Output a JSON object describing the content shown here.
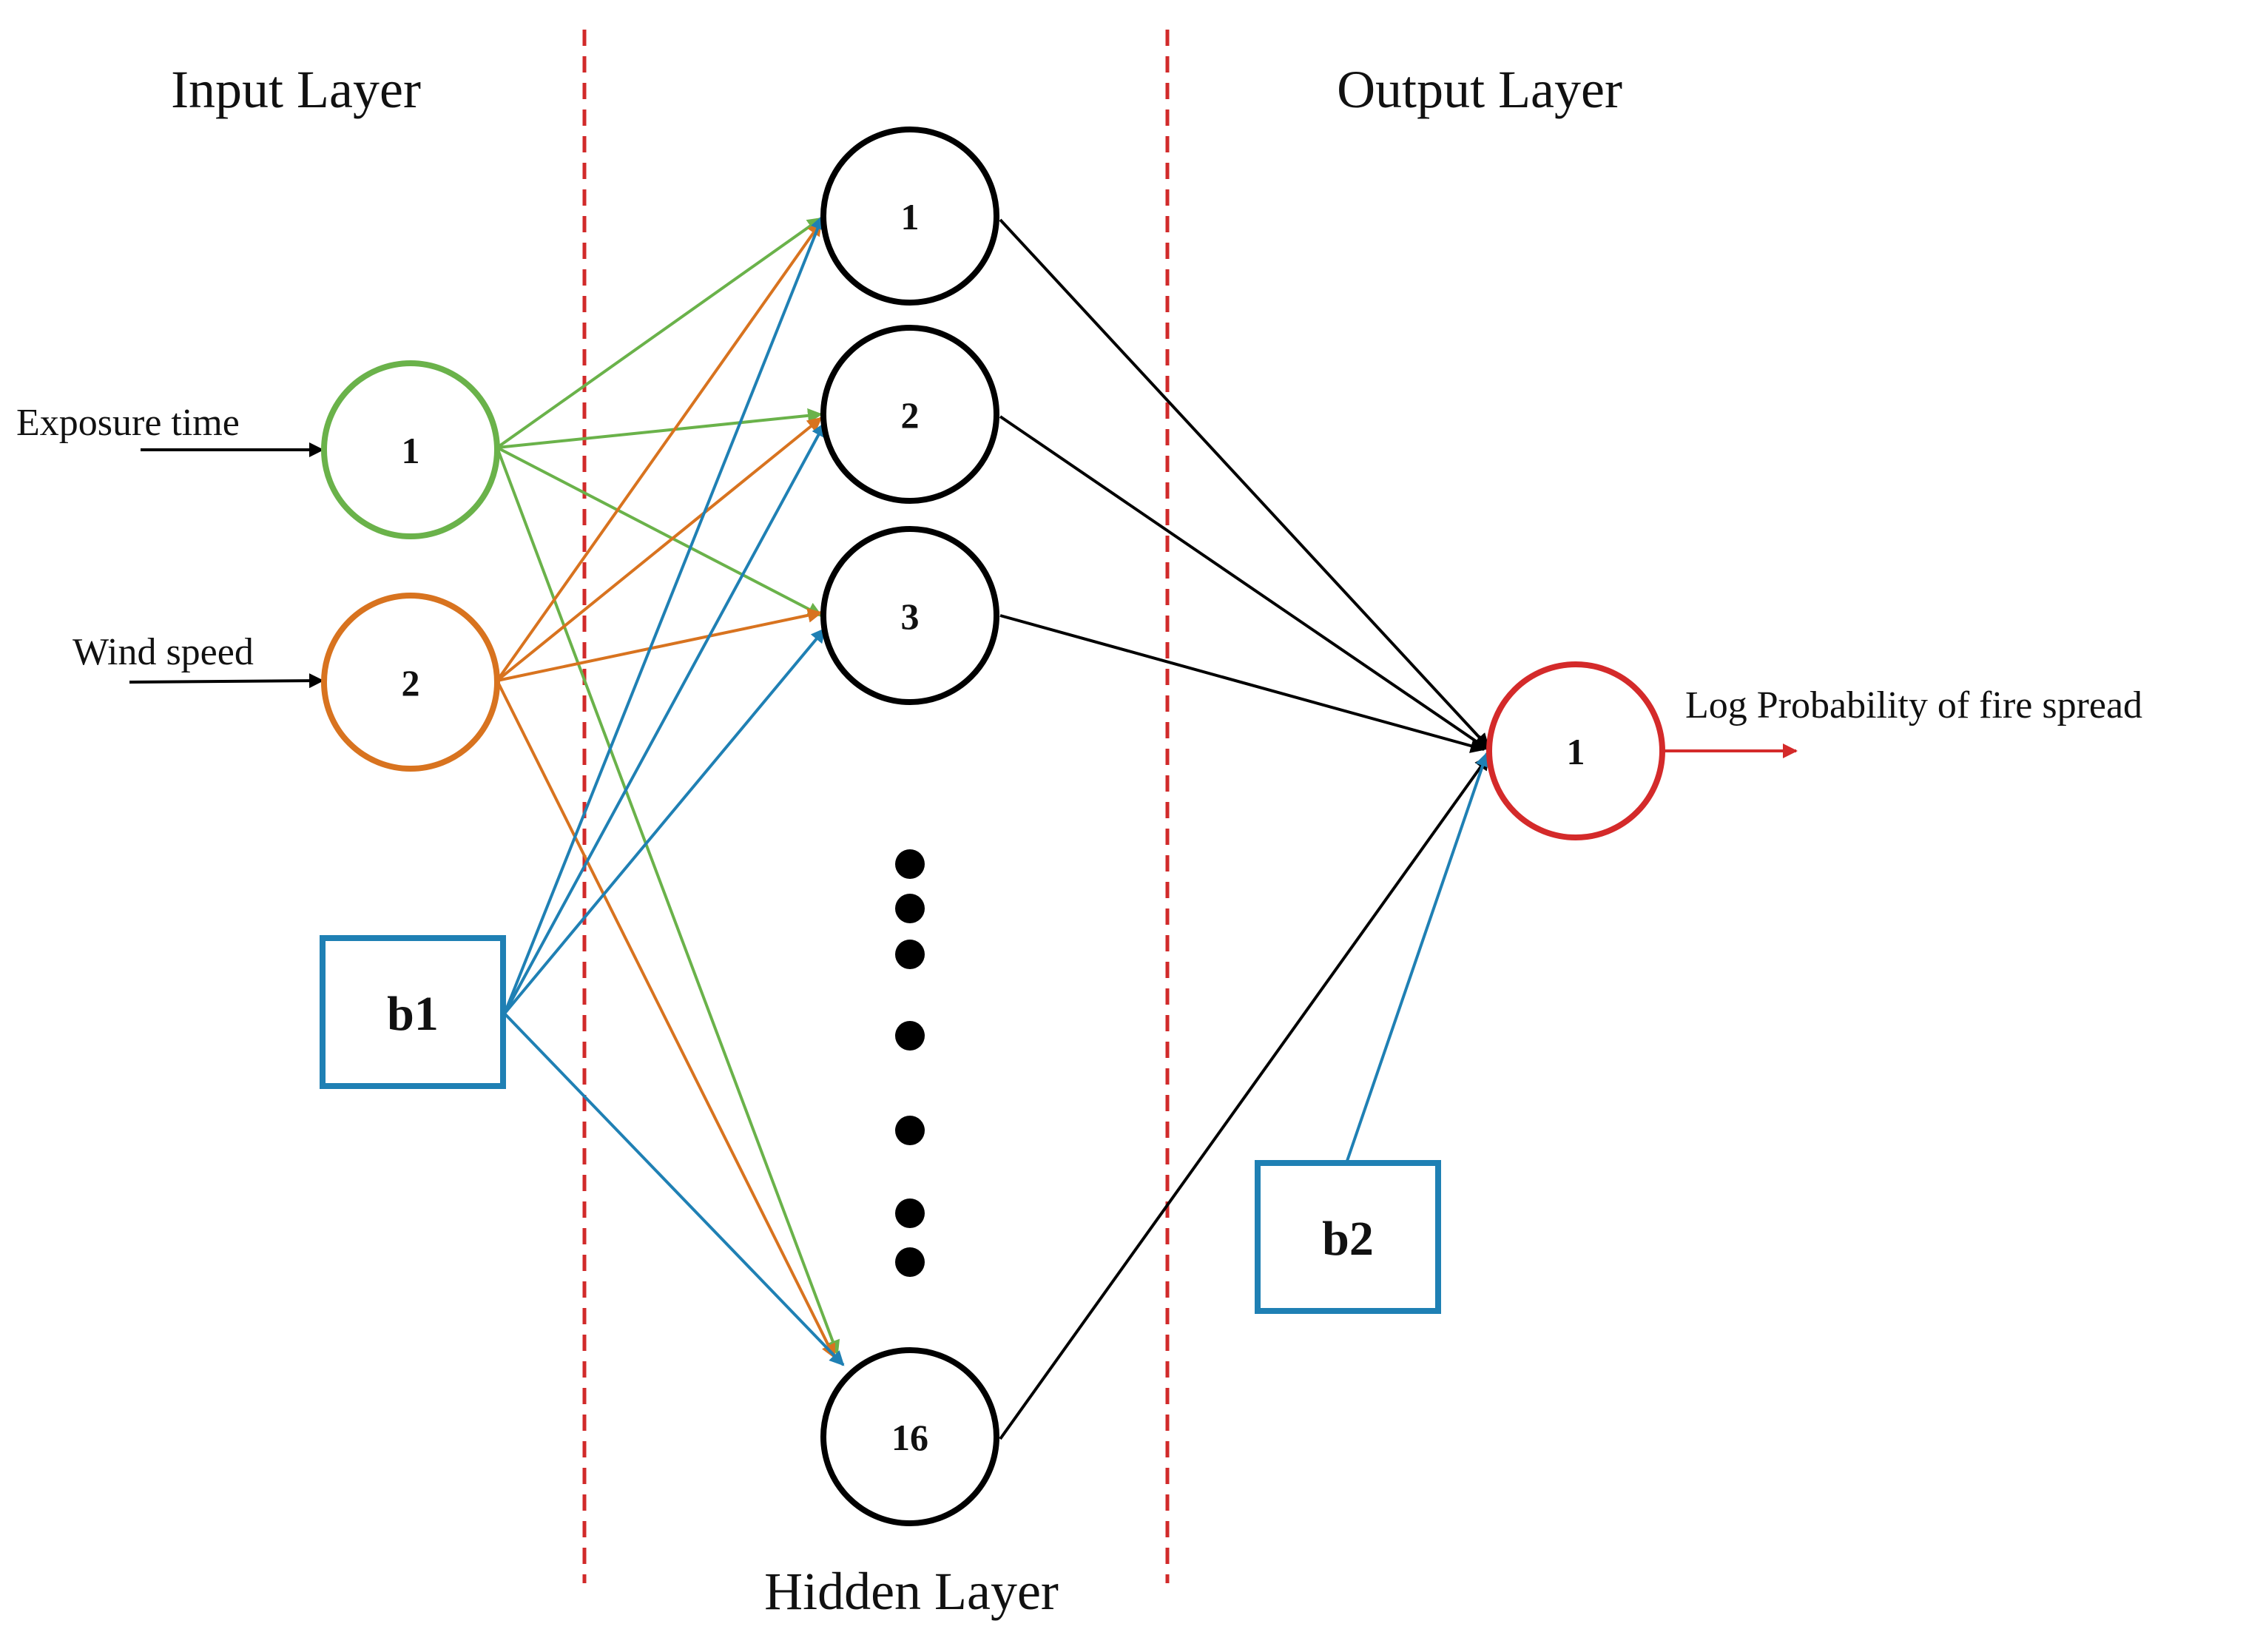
{
  "colors": {
    "input_1": "#6ab24a",
    "input_2": "#d8731f",
    "bias": "#1f80b4",
    "hidden": "#000000",
    "output": "#d42a2a",
    "divider": "#d12a2a"
  },
  "layers": {
    "input": {
      "title": "Input Layer"
    },
    "hidden": {
      "title": "Hidden Layer"
    },
    "output": {
      "title": "Output Layer"
    }
  },
  "inputs": [
    {
      "label": "1",
      "feature": "Exposure time"
    },
    {
      "label": "2",
      "feature": "Wind speed"
    }
  ],
  "hidden_nodes": [
    "1",
    "2",
    "3",
    "16"
  ],
  "output": {
    "label": "1",
    "name": "Log Probability of fire spread"
  },
  "bias": {
    "b1": "b1",
    "b2": "b2"
  },
  "ellipsis_dots": 7
}
